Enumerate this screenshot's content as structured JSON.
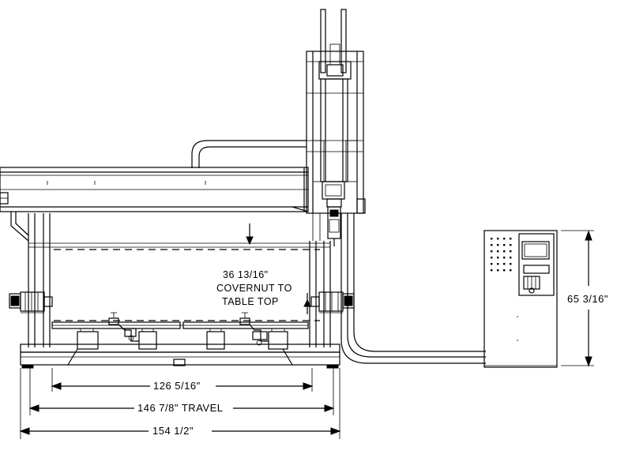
{
  "dimensions": {
    "height_right": "65 3/16\"",
    "width_126": "126 5/16\"",
    "travel_146": "146 7/8\" TRAVEL",
    "width_154": "154 1/2\""
  },
  "note": {
    "line1": "36 13/16\"",
    "line2": "COVERNUT TO",
    "line3": "TABLE TOP"
  },
  "colors": {
    "ink": "#000000",
    "paper": "#ffffff"
  }
}
